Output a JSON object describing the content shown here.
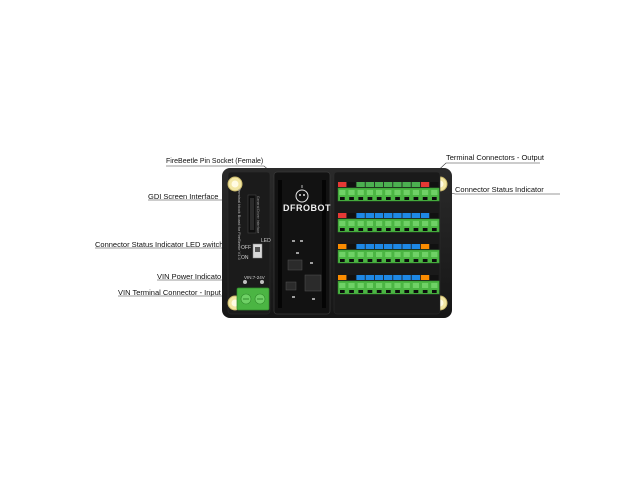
{
  "labels": {
    "firebeetle_socket": "FireBeetle Pin Socket (Female)",
    "gdi_interface": "GDI Screen Interface",
    "led_switch": "Connector Status Indicator LED switch",
    "vin_power": "VIN Power Indicato",
    "vin_terminal": "VIN Terminal Connector - Input",
    "terminal_output": "Terminal Connectors - Output",
    "status_indicator": "Connector Status Indicator"
  },
  "board": {
    "brand": "DFROBOT",
    "vertical_text": "Terminal block Board for FireBeetle V1.0",
    "led_label": "LED",
    "off_label": "OFF",
    "on_label": "ON",
    "vin_label": "VIN:7-24V",
    "gdi_text": "General Driver Interface",
    "pcb_color": "#1f1f1f",
    "terminal_color": "#4bb543",
    "mount_color": "#f3e7a3"
  }
}
